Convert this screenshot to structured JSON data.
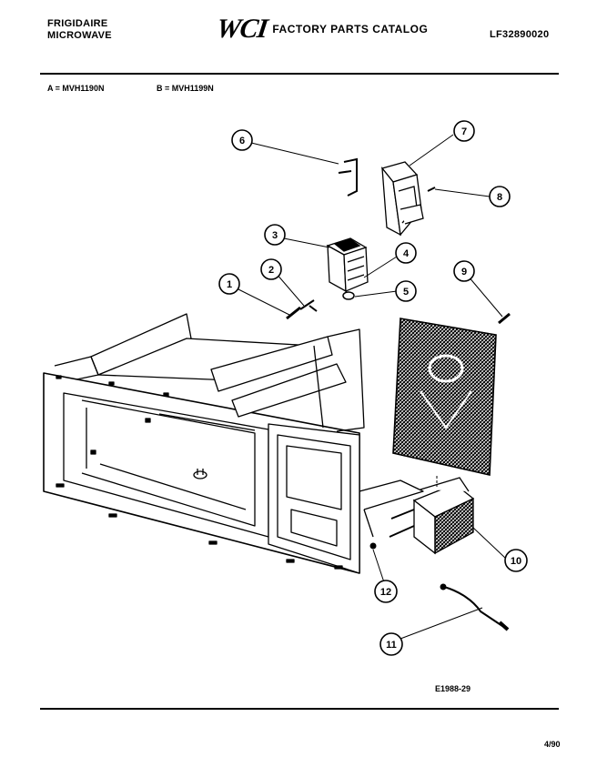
{
  "header": {
    "brand_line1": "FRIGIDAIRE",
    "brand_line2": "MICROWAVE",
    "logo": "WCI",
    "catalog_title": "FACTORY PARTS CATALOG",
    "doc_number": "LF32890020"
  },
  "models": {
    "a": "A = MVH1190N",
    "b": "B = MVH1199N"
  },
  "callouts": [
    "1",
    "2",
    "3",
    "4",
    "5",
    "6",
    "7",
    "8",
    "9",
    "10",
    "11",
    "12"
  ],
  "footer": {
    "figure_id": "E1988-29",
    "date": "4/90"
  }
}
